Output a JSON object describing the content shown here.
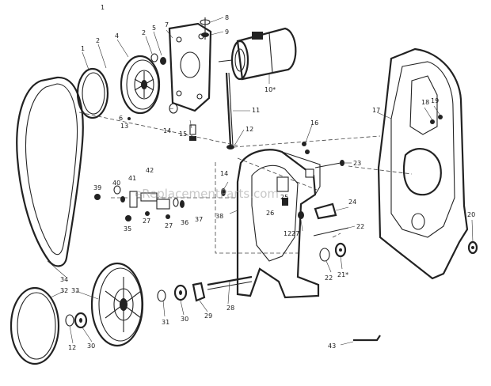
{
  "watermark": "eReplacementParts.com",
  "labels": {
    "p1": "1",
    "p2": "2",
    "p4": "4",
    "p5": "5",
    "p6": "6",
    "p7": "7",
    "p8": "8",
    "p9": "9",
    "p10": "10*",
    "p11": "11",
    "p12": "12",
    "p13": "13",
    "p14": "14",
    "p15": "15",
    "p16": "16",
    "p17": "17",
    "p18": "18",
    "p19": "19",
    "p20": "20",
    "p21": "21*",
    "p22": "22",
    "p23": "23",
    "p24": "24",
    "p25": "25",
    "p26": "26",
    "p27": "27",
    "p28": "28",
    "p29": "29",
    "p30": "30",
    "p31": "31",
    "p32": "32",
    "p33": "33",
    "p34": "34",
    "p35": "35",
    "p36": "36",
    "p37": "37",
    "p38": "38",
    "p39": "39",
    "p40": "40",
    "p41": "41",
    "p42": "42",
    "p43": "43"
  }
}
